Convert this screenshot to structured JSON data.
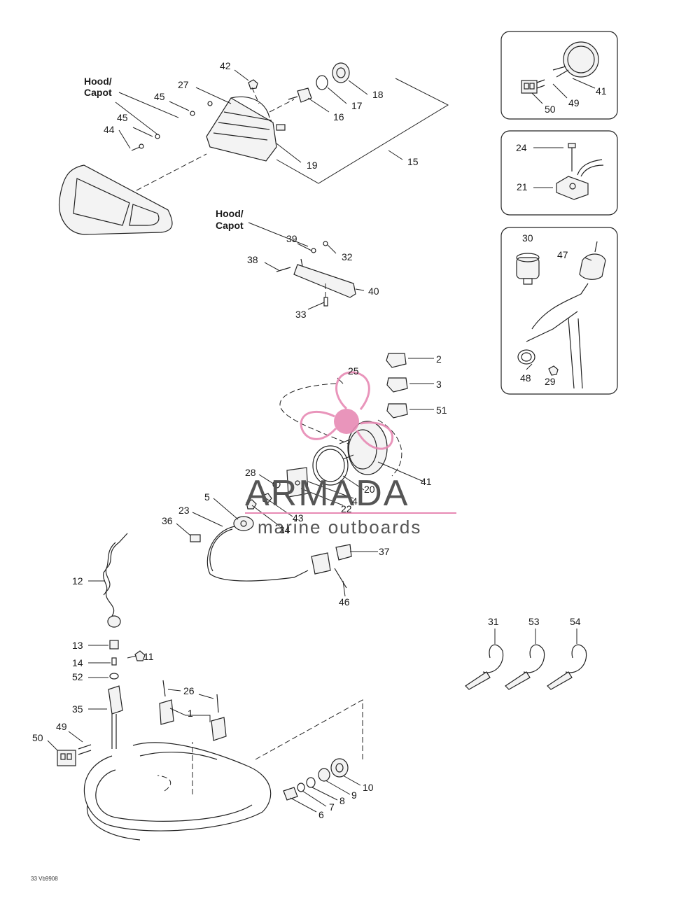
{
  "diagram": {
    "hood_label_line1": "Hood/",
    "hood_label_line2": "Capot",
    "part_numbers": {
      "p1": "1",
      "p2": "2",
      "p3": "3",
      "p4": "4",
      "p5": "5",
      "p6": "6",
      "p7": "7",
      "p8": "8",
      "p9": "9",
      "p10": "10",
      "p11": "11",
      "p12": "12",
      "p13": "13",
      "p14": "14",
      "p15": "15",
      "p16": "16",
      "p17": "17",
      "p18": "18",
      "p19": "19",
      "p20": "20",
      "p21": "21",
      "p22": "22",
      "p23": "23",
      "p24": "24",
      "p25": "25",
      "p26": "26",
      "p27": "27",
      "p28": "28",
      "p29": "29",
      "p30": "30",
      "p31": "31",
      "p32": "32",
      "p33": "33",
      "p34": "34",
      "p35": "35",
      "p36": "36",
      "p37": "37",
      "p38": "38",
      "p39": "39",
      "p40": "40",
      "p41": "41",
      "p42": "42",
      "p43": "43",
      "p44": "44",
      "p45": "45",
      "p46": "46",
      "p47": "47",
      "p48": "48",
      "p49": "49",
      "p50": "50",
      "p51": "51",
      "p52": "52",
      "p53": "53",
      "p54": "54"
    },
    "figure_code": "33 Vb9908"
  },
  "watermark": {
    "brand": "ARMADA",
    "tagline": "marine outboards",
    "logo_color": "#e78ab4",
    "text_color": "#555555"
  }
}
